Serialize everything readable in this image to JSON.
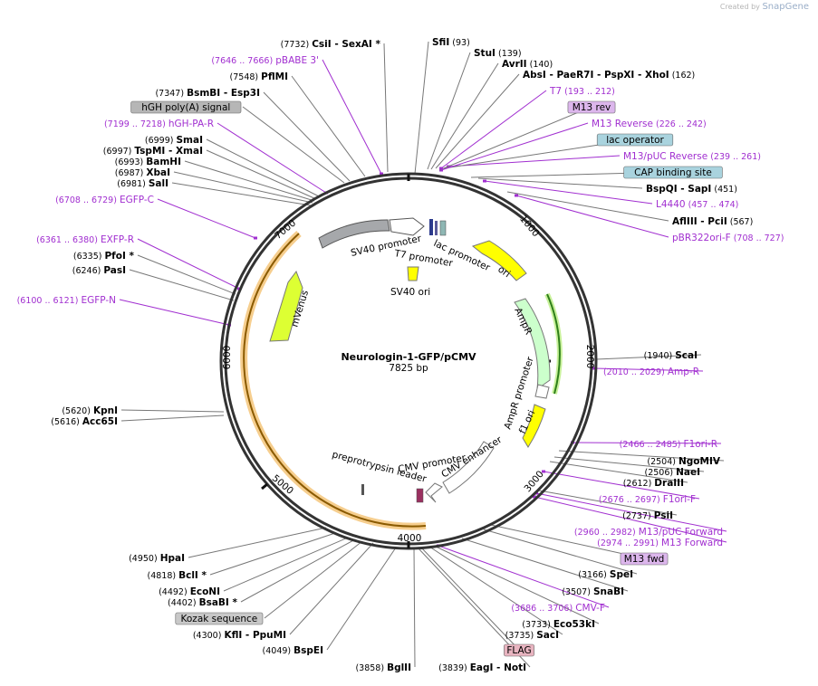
{
  "header": {
    "created_by": "Created by",
    "brand": "SnapGene"
  },
  "center": {
    "name": "Neurologin-1-GFP/pCMV",
    "size": "7825 bp"
  },
  "ruler": [
    "1000",
    "2000",
    "3000",
    "4000",
    "5000",
    "6000",
    "7000"
  ],
  "colors": {
    "enzyme_text": "#000000",
    "primer_text": "#a12fd0",
    "primer_line": "#a12fd0",
    "enzyme_line": "#777777",
    "backbone": "#333333"
  },
  "labels": [
    {
      "pos": "(7732)",
      "name": "CsiI  -  SexAI *",
      "kind": "enzyme"
    },
    {
      "pos": "(7646 .. 7666)",
      "name": "pBABE 3'",
      "kind": "primer"
    },
    {
      "pos": "(7548)",
      "name": "PflMI",
      "kind": "enzyme"
    },
    {
      "pos": "(7347)",
      "name": "BsmBI  -  Esp3I",
      "kind": "enzyme"
    },
    {
      "pos": "",
      "name": "hGH poly(A) signal",
      "kind": "feature"
    },
    {
      "pos": "(7199 .. 7218)",
      "name": "hGH-PA-R",
      "kind": "primer"
    },
    {
      "pos": "(6999)",
      "name": "SmaI",
      "kind": "enzyme"
    },
    {
      "pos": "(6997)",
      "name": "TspMI  -  XmaI",
      "kind": "enzyme"
    },
    {
      "pos": "(6993)",
      "name": "BamHI",
      "kind": "enzyme"
    },
    {
      "pos": "(6987)",
      "name": "XbaI",
      "kind": "enzyme"
    },
    {
      "pos": "(6981)",
      "name": "SalI",
      "kind": "enzyme"
    },
    {
      "pos": "(6708 .. 6729)",
      "name": "EGFP-C",
      "kind": "primer"
    },
    {
      "pos": "(6361 .. 6380)",
      "name": "EXFP-R",
      "kind": "primer"
    },
    {
      "pos": "(6335)",
      "name": "PfoI *",
      "kind": "enzyme"
    },
    {
      "pos": "(6246)",
      "name": "PasI",
      "kind": "enzyme"
    },
    {
      "pos": "(6100 .. 6121)",
      "name": "EGFP-N",
      "kind": "primer"
    },
    {
      "pos": "(5620)",
      "name": "KpnI",
      "kind": "enzyme"
    },
    {
      "pos": "(5616)",
      "name": "Acc65I",
      "kind": "enzyme"
    },
    {
      "pos": "(4950)",
      "name": "HpaI",
      "kind": "enzyme"
    },
    {
      "pos": "(4818)",
      "name": "BclI *",
      "kind": "enzyme"
    },
    {
      "pos": "(4492)",
      "name": "EcoNI",
      "kind": "enzyme"
    },
    {
      "pos": "(4402)",
      "name": "BsaBI *",
      "kind": "enzyme"
    },
    {
      "pos": "",
      "name": "Kozak sequence",
      "kind": "feature"
    },
    {
      "pos": "(4300)",
      "name": "KflI  -  PpuMI",
      "kind": "enzyme"
    },
    {
      "pos": "(4049)",
      "name": "BspEI",
      "kind": "enzyme"
    },
    {
      "pos": "(3858)",
      "name": "BglII",
      "kind": "enzyme"
    },
    {
      "pos": "(3839)",
      "name": "EagI  -  NotI",
      "kind": "enzyme"
    },
    {
      "pos": "",
      "name": "FLAG",
      "kind": "feature"
    },
    {
      "pos": "(3735)",
      "name": "SacI",
      "kind": "enzyme"
    },
    {
      "pos": "(3733)",
      "name": "Eco53kI",
      "kind": "enzyme"
    },
    {
      "pos": "(3686 .. 3706)",
      "name": "CMV-F",
      "kind": "primer"
    },
    {
      "pos": "(3507)",
      "name": "SnaBI",
      "kind": "enzyme"
    },
    {
      "pos": "(3166)",
      "name": "SpeI",
      "kind": "enzyme"
    },
    {
      "pos": "",
      "name": "M13 fwd",
      "kind": "feature"
    },
    {
      "pos": "(2974 .. 2991)",
      "name": "M13 Forward",
      "kind": "primer"
    },
    {
      "pos": "(2960 .. 2982)",
      "name": "M13/pUC Forward",
      "kind": "primer"
    },
    {
      "pos": "(2737)",
      "name": "PsiI",
      "kind": "enzyme"
    },
    {
      "pos": "(2676 .. 2697)",
      "name": "F1ori-F",
      "kind": "primer"
    },
    {
      "pos": "(2612)",
      "name": "DraIII",
      "kind": "enzyme"
    },
    {
      "pos": "(2506)",
      "name": "NaeI",
      "kind": "enzyme"
    },
    {
      "pos": "(2504)",
      "name": "NgoMIV",
      "kind": "enzyme"
    },
    {
      "pos": "(2466 .. 2485)",
      "name": "F1ori-R",
      "kind": "primer"
    },
    {
      "pos": "(2010 .. 2029)",
      "name": "Amp-R",
      "kind": "primer"
    },
    {
      "pos": "(1940)",
      "name": "ScaI",
      "kind": "enzyme"
    },
    {
      "pos": "(708 .. 727)",
      "name": "pBR322ori-F",
      "kind": "primer"
    },
    {
      "pos": "(567)",
      "name": "AflIII  -  PciI",
      "kind": "enzyme"
    },
    {
      "pos": "(457 .. 474)",
      "name": "L4440",
      "kind": "primer"
    },
    {
      "pos": "(451)",
      "name": "BspQI  -  SapI",
      "kind": "enzyme"
    },
    {
      "pos": "",
      "name": "CAP binding site",
      "kind": "feature"
    },
    {
      "pos": "(239 .. 261)",
      "name": "M13/pUC Reverse",
      "kind": "primer"
    },
    {
      "pos": "",
      "name": "lac operator",
      "kind": "feature"
    },
    {
      "pos": "(226 .. 242)",
      "name": "M13 Reverse",
      "kind": "primer"
    },
    {
      "pos": "",
      "name": "M13 rev",
      "kind": "feature"
    },
    {
      "pos": "(193 .. 212)",
      "name": "T7",
      "kind": "primer"
    },
    {
      "pos": "(162)",
      "name": "AbsI  -  PaeR7I  -  PspXI  -  XhoI",
      "kind": "enzyme"
    },
    {
      "pos": "(140)",
      "name": "AvrII",
      "kind": "enzyme"
    },
    {
      "pos": "(139)",
      "name": "StuI",
      "kind": "enzyme"
    },
    {
      "pos": "(93)",
      "name": "SfiI",
      "kind": "enzyme"
    }
  ],
  "features": [
    {
      "name": "SV40 promoter",
      "color": "#a6a8ab"
    },
    {
      "name": "T7 promoter",
      "color": "#ffffff"
    },
    {
      "name": "lac promoter",
      "color": "#ffffff"
    },
    {
      "name": "ori",
      "color": "#ffff00"
    },
    {
      "name": "SV40 ori",
      "color": "#ffff00"
    },
    {
      "name": "AmpR",
      "color": "#ccffcc"
    },
    {
      "name": "AmpR promoter",
      "color": "#ffffff"
    },
    {
      "name": "f1 ori",
      "color": "#ffff00"
    },
    {
      "name": "CMV enhancer",
      "color": "#ffffff"
    },
    {
      "name": "CMV promoter",
      "color": "#ffffff"
    },
    {
      "name": "preprotrypsin leader",
      "color": "#cccccc"
    },
    {
      "name": "mVenus",
      "color": "#ddff33"
    }
  ]
}
